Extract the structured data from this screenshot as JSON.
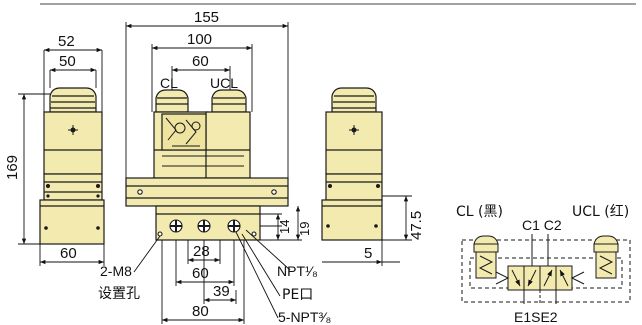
{
  "dims": {
    "d155": "155",
    "d100": "100",
    "d60_top": "60",
    "d52": "52",
    "d50": "50",
    "d169": "169",
    "d60_left": "60",
    "d47_5": "47.5",
    "d5": "5",
    "d14": "14",
    "d19": "19",
    "d28": "28",
    "d60_bottom": "60",
    "d39": "39",
    "d80": "80"
  },
  "labels": {
    "cl_front": "CL",
    "ucl_front": "UCL",
    "m8": "2-M8",
    "mount_hole": "设置孔",
    "npt": "NPT¹⁄₈",
    "pe_port": "PE口",
    "npt5": "5-NPT³⁄₈"
  },
  "schematic": {
    "cl": "CL (黑)",
    "ucl": "UCL (红)",
    "c1c2": "C1 C2",
    "e1se2": "E1SE2"
  },
  "colors": {
    "body": "#f3eab0",
    "line": "#1a1a1a",
    "port": "#d8cf93"
  }
}
